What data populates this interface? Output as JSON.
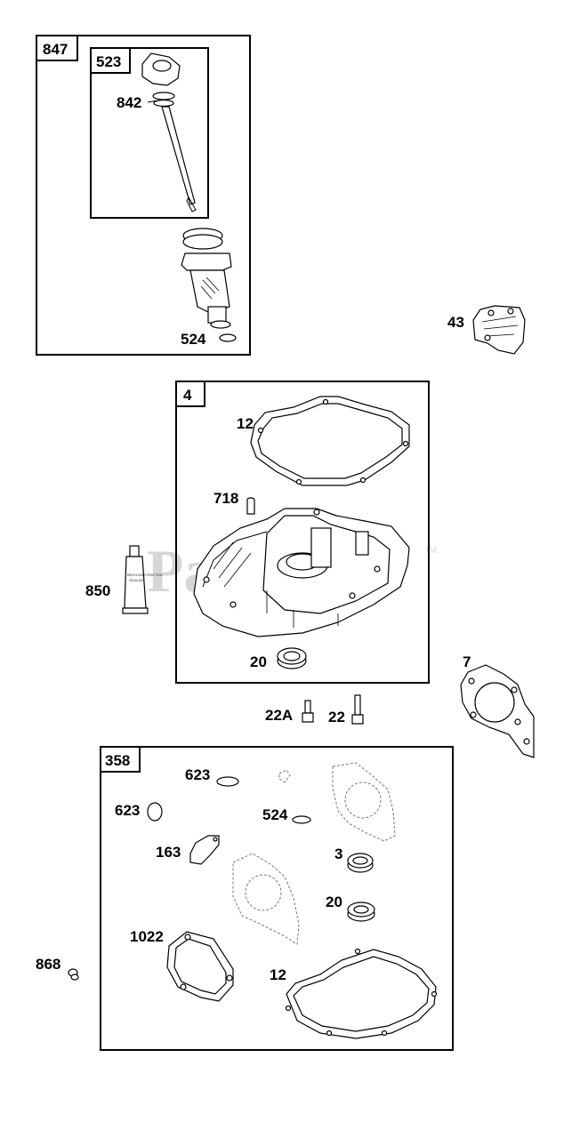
{
  "watermark": {
    "text": "PartsTree",
    "trademark": "TM"
  },
  "boxes": {
    "b847": "847",
    "b523": "523",
    "b4": "4",
    "b358": "358"
  },
  "callouts": {
    "c842": "842",
    "c524_top": "524",
    "c43": "43",
    "c12_top": "12",
    "c718": "718",
    "c850": "850",
    "c20_top": "20",
    "c7": "7",
    "c22A": "22A",
    "c22": "22",
    "c623_a": "623",
    "c623_b": "623",
    "c524_kit": "524",
    "c163": "163",
    "c3": "3",
    "c20_kit": "20",
    "c1022": "1022",
    "c868": "868",
    "c12_kit": "12"
  },
  "sealant_tube": {
    "label_line1": "BRIGGS&STRATTON",
    "label_line2": "SEALANT"
  }
}
